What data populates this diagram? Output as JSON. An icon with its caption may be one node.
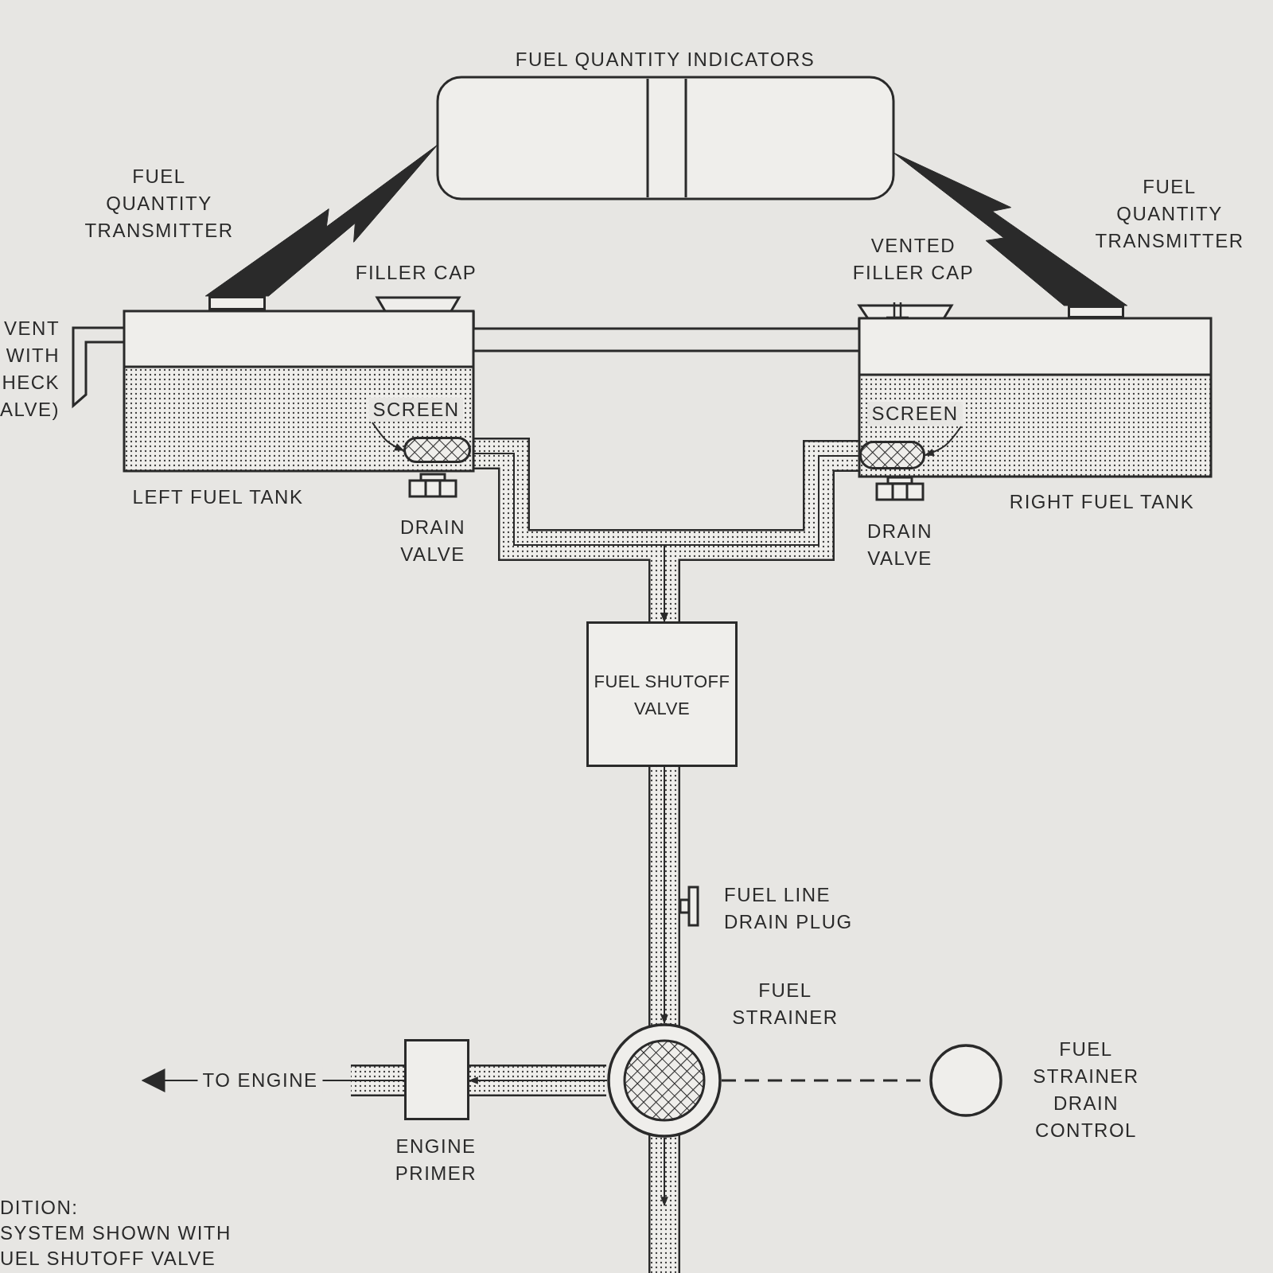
{
  "diagram": {
    "nodes": [
      {
        "text": [
          "FUEL QUANTITY INDICATORS"
        ]
      },
      {
        "text": [
          "LEFT FUEL TANK"
        ]
      },
      {
        "text": [],
        "shape": "box",
        "beside": [
          "FUEL QUANTITY TRANSMITTER"
        ]
      },
      {
        "text": [
          "RIGHT FUEL TANK"
        ]
      },
      {
        "text": [],
        "shape": "box",
        "beside": [
          "FUEL QUANTITY TRANSMITTER"
        ]
      },
      {
        "text": [
          "FUEL SHUTOFF VALVE"
        ]
      },
      {
        "text": [],
        "shape": "circle",
        "beside": [
          "FUEL STRAINER"
        ]
      },
      {
        "text": [],
        "shape": "box",
        "beside": [
          "ENGINE PRIMER"
        ]
      },
      {
        "text": [],
        "shape": "circle",
        "beside": [
          "FUEL STRAINER DRAIN CONTROL"
        ]
      },
      {
        "text": [
          "SCREEN"
        ],
        "in": 1
      },
      {
        "text": [],
        "shape": "box",
        "in": 1
      },
      {
        "text": [
          "SCREEN"
        ],
        "in": 3
      },
      {
        "text": [],
        "shape": "box",
        "in": 3
      }
    ],
    "edges": [
      {
        "from": 2,
        "to": 0,
        "arrow": "none",
        "style": "thick"
      },
      {
        "from": 4,
        "to": 0,
        "arrow": "none",
        "style": "thick"
      },
      {
        "from": 1,
        "to": 5,
        "arrow": "to"
      },
      {
        "from": 3,
        "to": 5,
        "arrow": "to"
      },
      {
        "from": 5,
        "to": 6,
        "arrow": "to"
      },
      {
        "from": 6,
        "to": 7,
        "arrow": "to"
      },
      {
        "from": 7,
        "to": null,
        "arrow": "to",
        "label": "TO ENGINE"
      },
      {
        "from": 6,
        "to": 8,
        "arrow": "none",
        "style": "dashed"
      },
      {
        "from": 6,
        "to": null,
        "arrow": "to"
      },
      {
        "from": 9,
        "to": 10,
        "arrow": "to"
      },
      {
        "from": 11,
        "to": 12,
        "arrow": "to"
      }
    ],
    "labels": [
      "VENTED FILLER CAP",
      "FILLER CAP",
      "VENT WITH HECK ALVE)",
      "DRAIN VALVE",
      "DRAIN VALVE",
      "FUEL LINE DRAIN PLUG",
      "DITION:",
      "SYSTEM SHOWN WITH UEL SHUTOFF VALVE"
    ]
  }
}
